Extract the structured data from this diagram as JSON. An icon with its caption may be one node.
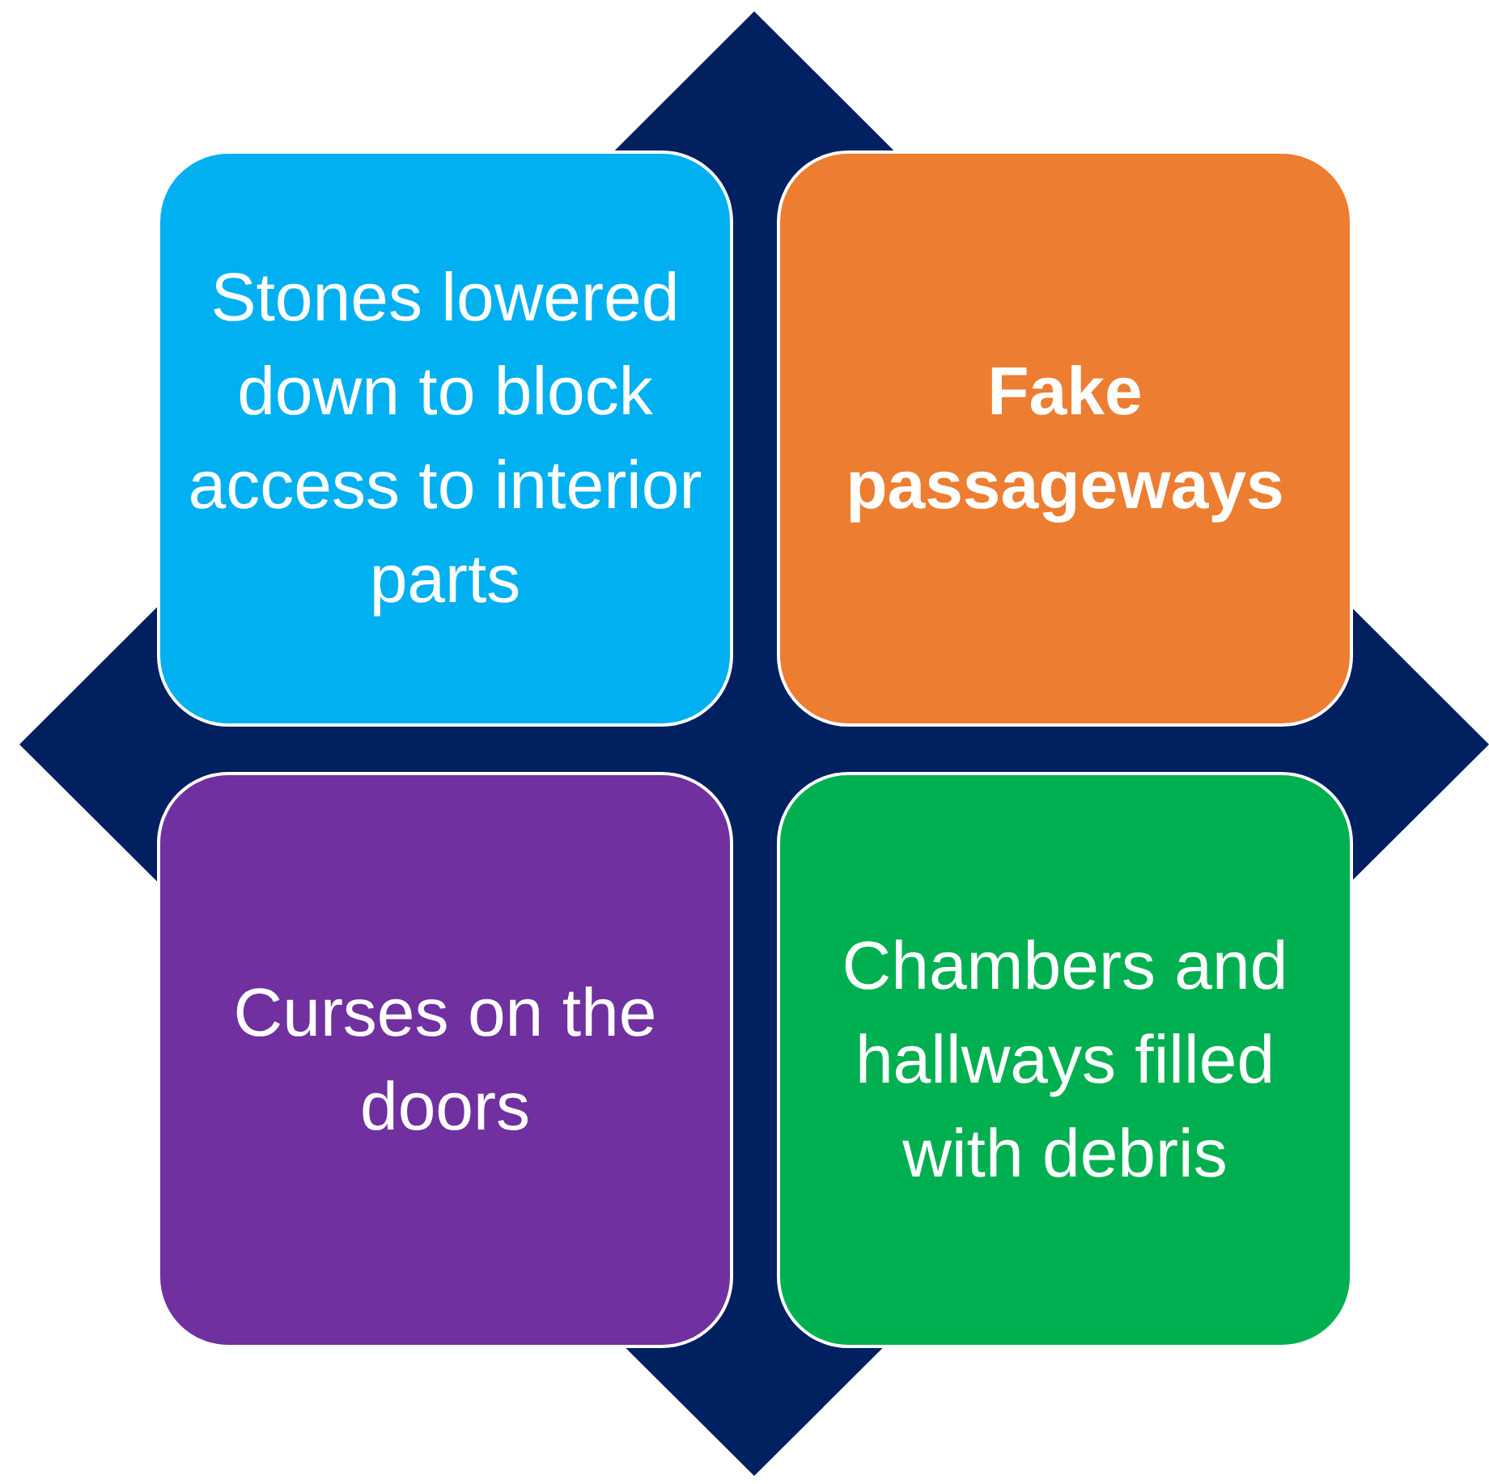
{
  "diagram": {
    "nodes": [
      {
        "text": [
          "Stones lowered down to block access to interior parts"
        ]
      },
      {
        "text": [
          "Fake passageways"
        ]
      },
      {
        "text": [
          "Curses on the doors"
        ]
      },
      {
        "text": [
          "Chambers and hallways filled with debris"
        ]
      }
    ]
  }
}
